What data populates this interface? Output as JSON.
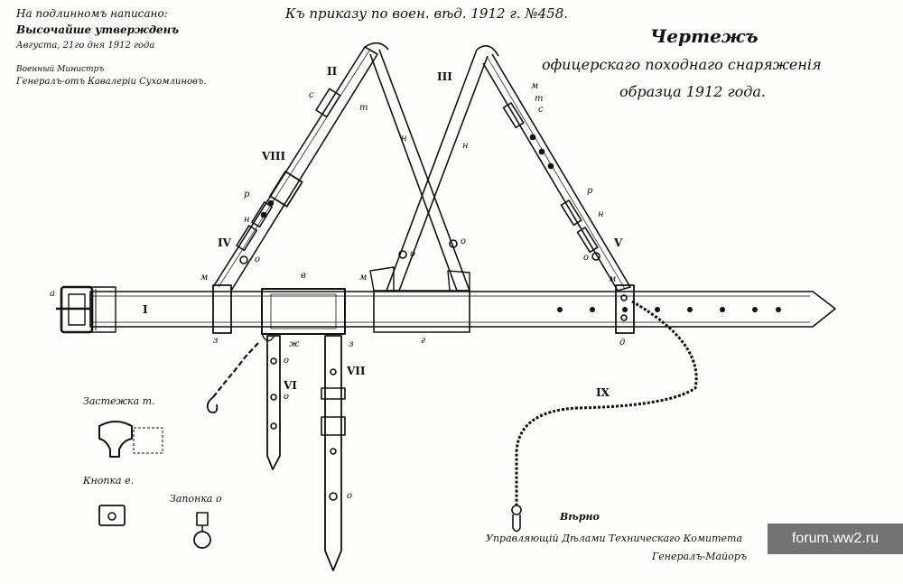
{
  "header": {
    "line1": "На подлинномъ написано:",
    "line2": "Высочайше утвержденъ",
    "line3": "Августа, 21го дня 1912 года",
    "line4": "Военный Министръ",
    "line5": "Генералъ-отъ Кавалеріи Сухомлиновъ."
  },
  "order": "Къ приказу по воен. вѣд. 1912 г. №458.",
  "title": {
    "main": "Чертежъ",
    "sub1": "офицерскаго походнаго снаряженія",
    "sub2": "образца 1912 года."
  },
  "labels": {
    "I": "I",
    "II": "II",
    "III": "III",
    "IV": "IV",
    "V": "V",
    "VI": "VI",
    "VII": "VII",
    "VIII": "VIII",
    "IX": "IX"
  },
  "letters": {
    "a": "а",
    "v": "в",
    "z1": "з",
    "z2": "з",
    "g": "г",
    "d": "д",
    "zh": "ж",
    "m1": "м",
    "m2": "м",
    "m3": "м",
    "m4": "м",
    "n1": "н",
    "n2": "н",
    "n3": "н",
    "n4": "н",
    "o1": "о",
    "o2": "о",
    "o3": "о",
    "o4": "о",
    "o5": "о",
    "o6": "о",
    "o7": "о",
    "p1": "р",
    "p2": "р",
    "t1": "т",
    "t2": "т",
    "s1": "с",
    "s2": "с"
  },
  "details": {
    "clasp": "Застежка т.",
    "button": "Кнопка е.",
    "stud": "Запонка о"
  },
  "footer": {
    "verno": "Вѣрно",
    "line1": "Управляющій Дѣлами Техническаго Комитета",
    "line2": "Генералъ-Майоръ"
  },
  "watermark": "forum.ww2.ru"
}
